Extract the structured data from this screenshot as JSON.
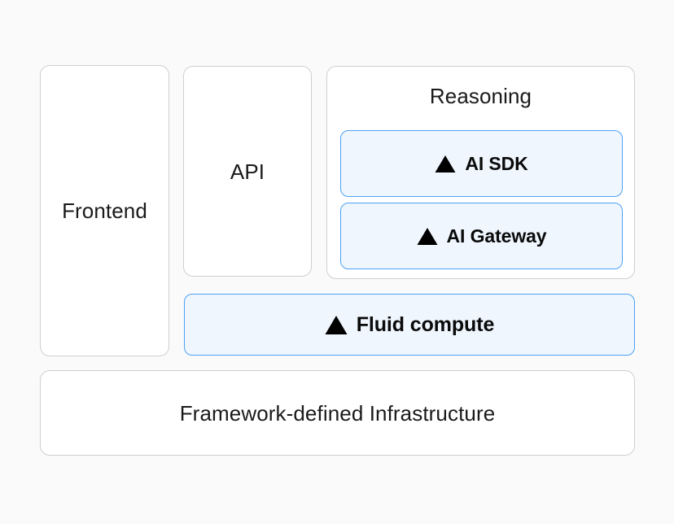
{
  "page": {
    "background_color": "#fafafa",
    "title": "Architecture Stack Diagram"
  },
  "colors": {
    "panel_background": "#ffffff",
    "panel_border": "#cfcfcf",
    "highlight_background": "#eff6fe",
    "highlight_border": "#4da2f5",
    "text": "#171717",
    "triangle": "#000000"
  },
  "diagram": {
    "frontend": {
      "label": "Frontend"
    },
    "api": {
      "label": "API"
    },
    "reasoning": {
      "title": "Reasoning",
      "items": [
        {
          "label": "AI SDK",
          "icon": "vercel-triangle-icon"
        },
        {
          "label": "AI Gateway",
          "icon": "vercel-triangle-icon"
        }
      ]
    },
    "fluid_compute": {
      "label": "Fluid compute",
      "icon": "vercel-triangle-icon"
    },
    "framework_infrastructure": {
      "label": "Framework-defined Infrastructure"
    }
  }
}
